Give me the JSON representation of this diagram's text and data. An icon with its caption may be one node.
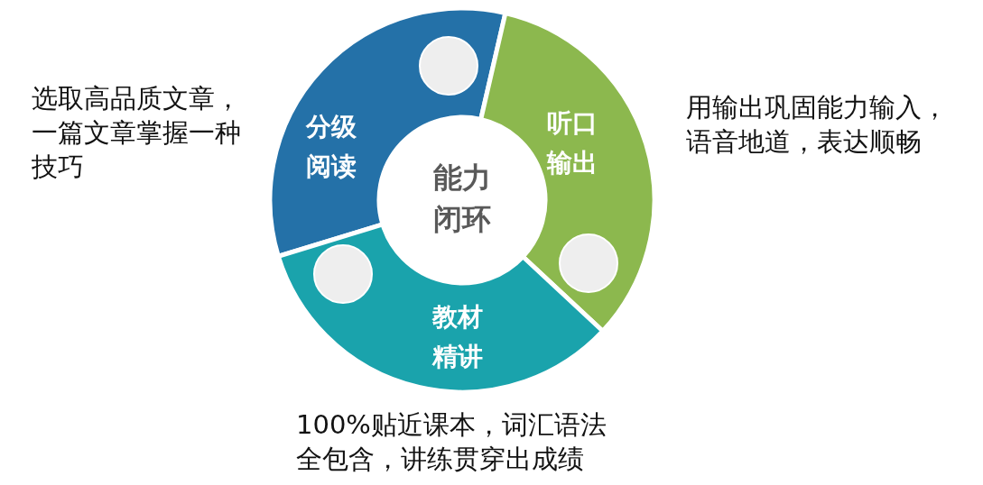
{
  "diagram": {
    "nodes": [
      {
        "text": [
          "能力闭环"
        ]
      },
      {
        "text": [
          "分级阅读"
        ],
        "beside": [
          "选取高品质文章，一篇文章掌握一种技巧"
        ]
      },
      {
        "text": [
          "听口输出"
        ],
        "beside": [
          "用输出巩固能力输入，语音地道，表达顺畅"
        ]
      },
      {
        "text": [
          "教材精讲"
        ],
        "beside": [
          "100%贴近课本，词汇语法全包含，讲练贯穿出成绩"
        ]
      },
      {
        "text": [],
        "shape": "circle",
        "in": 1
      },
      {
        "text": [],
        "shape": "circle",
        "in": 2
      },
      {
        "text": [],
        "shape": "circle",
        "in": 3
      }
    ]
  }
}
